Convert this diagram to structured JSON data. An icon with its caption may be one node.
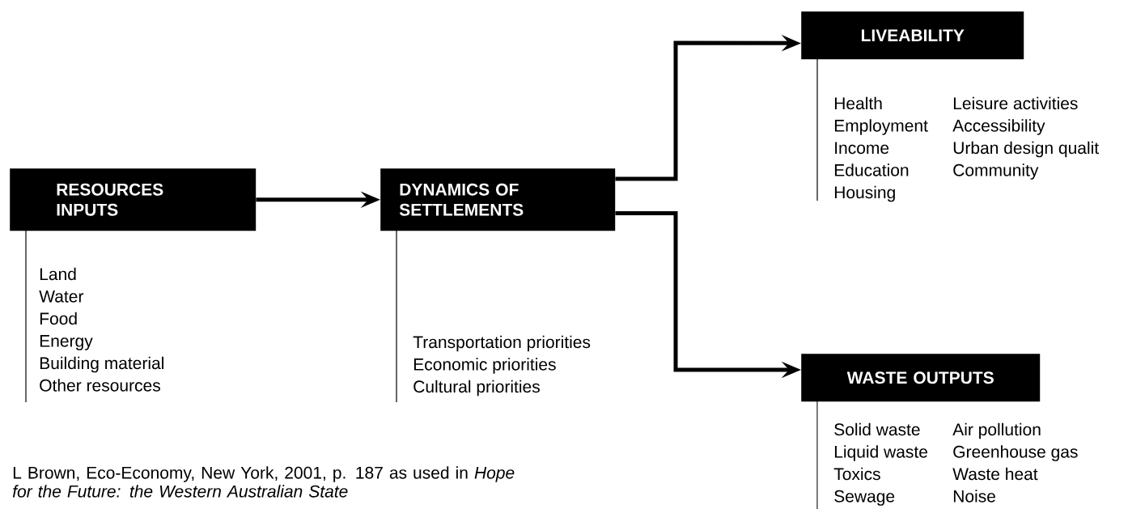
{
  "diagram": {
    "caption": "L Brown, Eco-Economy, New York, 2001, p. 187 as used in *Hope for the Future: the Western Australian State*",
    "nodes": [
      {
        "text": [
          "RESOURCES INPUTS"
        ],
        "beside": [
          "Land",
          "Water",
          "Food",
          "Energy",
          "Building material",
          "Other resources"
        ]
      },
      {
        "text": [
          "DYNAMICS OF SETTLEMENTS"
        ],
        "beside": [
          "Transportation priorities",
          "Economic priorities",
          "Cultural priorities"
        ]
      },
      {
        "text": [
          "LIVEABILITY"
        ],
        "beside": [
          "Health",
          "Leisure activities",
          "Employment",
          "Accessibility",
          "Income",
          "Urban design qualit",
          "Education",
          "Community",
          "Housing"
        ]
      },
      {
        "text": [
          "WASTE OUTPUTS"
        ],
        "beside": [
          "Solid waste",
          "Air pollution",
          "Liquid waste",
          "Greenhouse gas",
          "Toxics",
          "Waste heat",
          "Sewage",
          "Noise"
        ]
      }
    ],
    "edges": [
      {
        "from": 0,
        "to": 1,
        "arrow": "to"
      },
      {
        "from": 1,
        "to": 2,
        "arrow": "to"
      },
      {
        "from": 1,
        "to": 3,
        "arrow": "to"
      }
    ]
  }
}
